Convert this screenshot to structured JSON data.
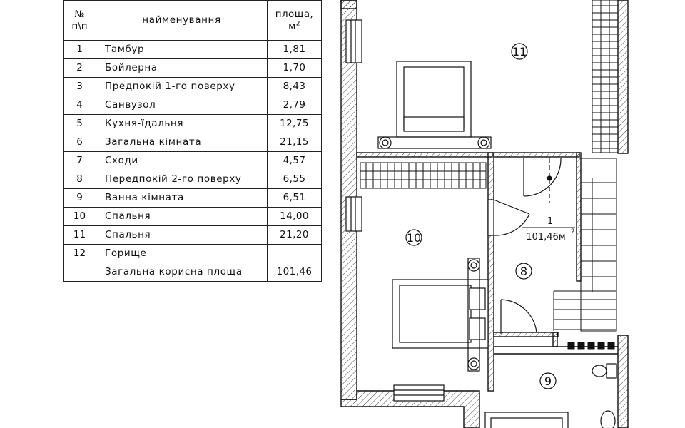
{
  "table": {
    "header": {
      "number": [
        "№",
        "п\\п"
      ],
      "name": "найменування",
      "area": [
        "площа,",
        "м",
        "2"
      ]
    },
    "rows": [
      {
        "n": "1",
        "name": "Тамбур",
        "area": "1,81"
      },
      {
        "n": "2",
        "name": "Бойлерна",
        "area": "1,70"
      },
      {
        "n": "3",
        "name": "Предпокій 1-го поверху",
        "area": "8,43"
      },
      {
        "n": "4",
        "name": "Санвузол",
        "area": "2,79"
      },
      {
        "n": "5",
        "name": "Кухня-їдальня",
        "area": "12,75"
      },
      {
        "n": "6",
        "name": "Загальна кімната",
        "area": "21,15"
      },
      {
        "n": "7",
        "name": "Сходи",
        "area": "4,57"
      },
      {
        "n": "8",
        "name": "Передпокій 2-го поверху",
        "area": "6,55"
      },
      {
        "n": "9",
        "name": "Ванна кімната",
        "area": "6,51"
      },
      {
        "n": "10",
        "name": "Спальня",
        "area": "14,00"
      },
      {
        "n": "11",
        "name": "Спальня",
        "area": "21,20"
      },
      {
        "n": "12",
        "name": "Горище",
        "area": ""
      },
      {
        "n": "",
        "name": "Загальна корисна площа",
        "area": "101,46"
      }
    ]
  },
  "plan": {
    "rooms": [
      "11",
      "10",
      "8",
      "9"
    ],
    "flat_label": {
      "number": "1",
      "area": "101,46м",
      "unit_sup": "2"
    }
  }
}
